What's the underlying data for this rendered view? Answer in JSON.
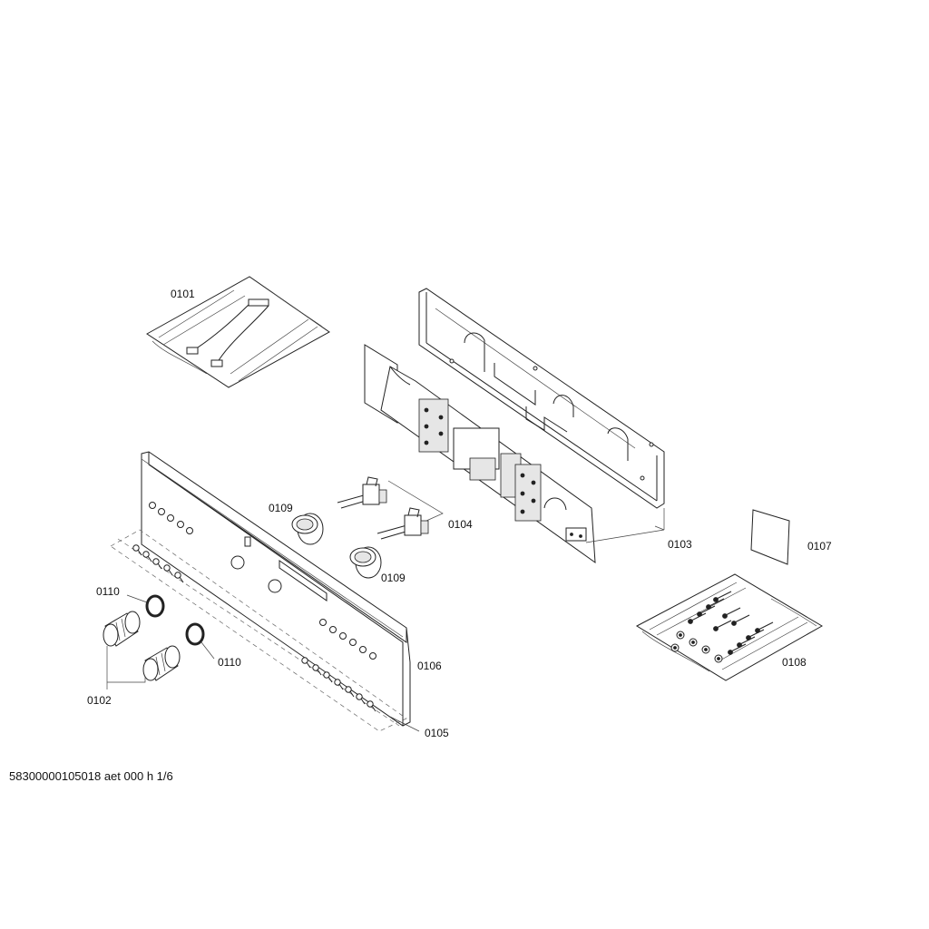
{
  "labels": {
    "p0101": "0101",
    "p0102": "0102",
    "p0103": "0103",
    "p0104": "0104",
    "p0105": "0105",
    "p0106": "0106",
    "p0107": "0107",
    "p0108": "0108",
    "p0109a": "0109",
    "p0109b": "0109",
    "p0110a": "0110",
    "p0110b": "0110"
  },
  "footer": {
    "drawing_id": "58300000105018 aet 000 h 1/6"
  }
}
